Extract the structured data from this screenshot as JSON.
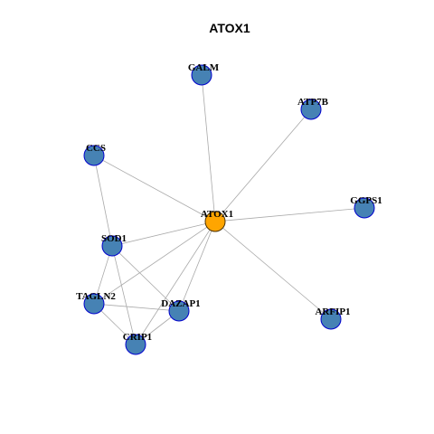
{
  "title": "ATOX1",
  "colors": {
    "center_fill": "#FFA500",
    "center_stroke": "#4d3300",
    "node_fill": "#4682B4",
    "node_stroke": "#0000CD",
    "edge": "#a9a9a9"
  },
  "nodes": [
    {
      "id": "ATOX1",
      "label": "ATOX1",
      "role": "center"
    },
    {
      "id": "GALM",
      "label": "GALM",
      "role": "neighbor"
    },
    {
      "id": "ATP7B",
      "label": "ATP7B",
      "role": "neighbor"
    },
    {
      "id": "CCS",
      "label": "CCS",
      "role": "neighbor"
    },
    {
      "id": "GGPS1",
      "label": "GGPS1",
      "role": "neighbor"
    },
    {
      "id": "SOD1",
      "label": "SOD1",
      "role": "neighbor"
    },
    {
      "id": "TAGLN2",
      "label": "TAGLN2",
      "role": "neighbor"
    },
    {
      "id": "DAZAP1",
      "label": "DAZAP1",
      "role": "neighbor"
    },
    {
      "id": "ARFIP1",
      "label": "ARFIP1",
      "role": "neighbor"
    },
    {
      "id": "CRIP1",
      "label": "CRIP1",
      "role": "neighbor"
    }
  ],
  "edges": [
    [
      "ATOX1",
      "GALM"
    ],
    [
      "ATOX1",
      "ATP7B"
    ],
    [
      "ATOX1",
      "CCS"
    ],
    [
      "ATOX1",
      "GGPS1"
    ],
    [
      "ATOX1",
      "SOD1"
    ],
    [
      "ATOX1",
      "TAGLN2"
    ],
    [
      "ATOX1",
      "DAZAP1"
    ],
    [
      "ATOX1",
      "ARFIP1"
    ],
    [
      "ATOX1",
      "CRIP1"
    ],
    [
      "CCS",
      "SOD1"
    ],
    [
      "SOD1",
      "TAGLN2"
    ],
    [
      "SOD1",
      "DAZAP1"
    ],
    [
      "SOD1",
      "CRIP1"
    ],
    [
      "TAGLN2",
      "DAZAP1"
    ],
    [
      "TAGLN2",
      "CRIP1"
    ],
    [
      "DAZAP1",
      "CRIP1"
    ]
  ]
}
